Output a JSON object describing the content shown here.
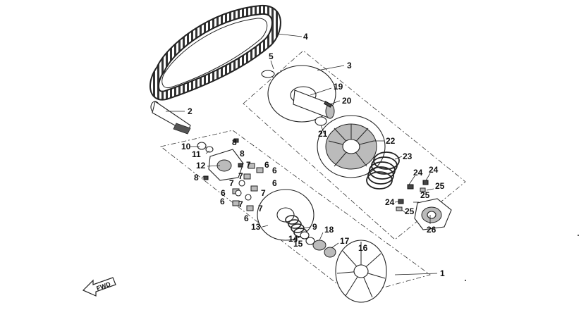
{
  "diagram": {
    "callouts": [
      {
        "id": "c1",
        "text": "1"
      },
      {
        "id": "c2",
        "text": "2"
      },
      {
        "id": "c3",
        "text": "3"
      },
      {
        "id": "c4",
        "text": "4"
      },
      {
        "id": "c5",
        "text": "5"
      },
      {
        "id": "c6a",
        "text": "6"
      },
      {
        "id": "c6b",
        "text": "6"
      },
      {
        "id": "c6c",
        "text": "6"
      },
      {
        "id": "c6d",
        "text": "6"
      },
      {
        "id": "c6e",
        "text": "6"
      },
      {
        "id": "c6f",
        "text": "6"
      },
      {
        "id": "c7a",
        "text": "7"
      },
      {
        "id": "c7b",
        "text": "7"
      },
      {
        "id": "c7c",
        "text": "7"
      },
      {
        "id": "c7d",
        "text": "7"
      },
      {
        "id": "c7e",
        "text": "7"
      },
      {
        "id": "c7f",
        "text": "7"
      },
      {
        "id": "c8a",
        "text": "8"
      },
      {
        "id": "c8b",
        "text": "8"
      },
      {
        "id": "c8c",
        "text": "8"
      },
      {
        "id": "c9",
        "text": "9"
      },
      {
        "id": "c10",
        "text": "10"
      },
      {
        "id": "c11",
        "text": "11"
      },
      {
        "id": "c12",
        "text": "12"
      },
      {
        "id": "c13",
        "text": "13"
      },
      {
        "id": "c14",
        "text": "14"
      },
      {
        "id": "c15",
        "text": "15"
      },
      {
        "id": "c16",
        "text": "16"
      },
      {
        "id": "c17",
        "text": "17"
      },
      {
        "id": "c18",
        "text": "18"
      },
      {
        "id": "c19",
        "text": "19"
      },
      {
        "id": "c20",
        "text": "20"
      },
      {
        "id": "c21",
        "text": "21"
      },
      {
        "id": "c22",
        "text": "22"
      },
      {
        "id": "c23",
        "text": "23"
      },
      {
        "id": "c24a",
        "text": "24"
      },
      {
        "id": "c24b",
        "text": "24"
      },
      {
        "id": "c24c",
        "text": "24"
      },
      {
        "id": "c25a",
        "text": "25"
      },
      {
        "id": "c25b",
        "text": "25"
      },
      {
        "id": "c25c",
        "text": "25"
      },
      {
        "id": "c26",
        "text": "26"
      }
    ],
    "direction_arrow": {
      "text": "FWD",
      "icon": "forward-arrow-icon"
    }
  }
}
